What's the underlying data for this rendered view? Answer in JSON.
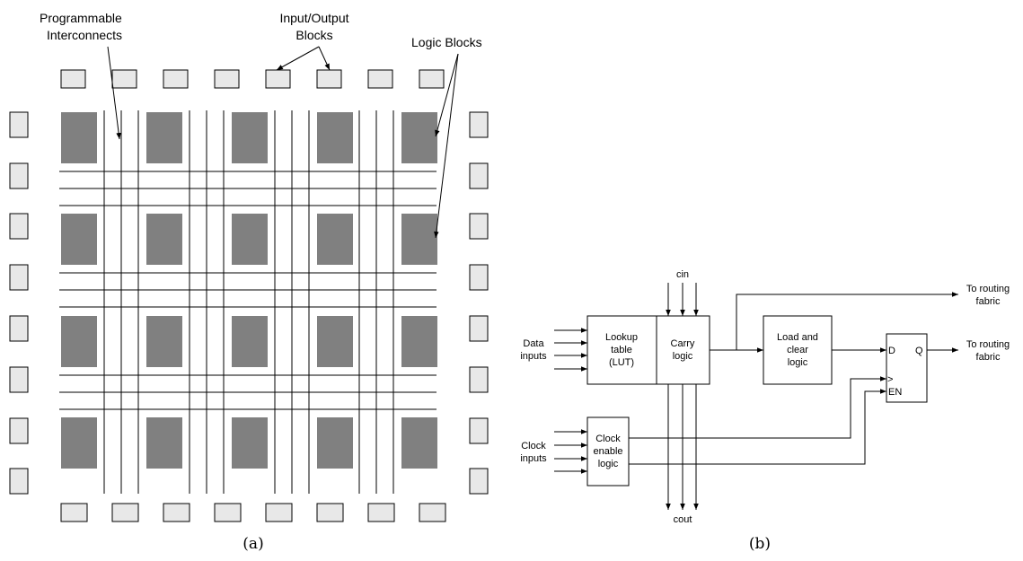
{
  "panel_a": {
    "labels": {
      "interconnect_line1": "Programmable",
      "interconnect_line2": "Interconnects",
      "io_line1": "Input/Output",
      "io_line2": "Blocks",
      "logic_blocks": "Logic Blocks"
    },
    "caption": "(a)"
  },
  "panel_b": {
    "cin": "cin",
    "cout": "cout",
    "data_inputs_line1": "Data",
    "data_inputs_line2": "inputs",
    "clock_inputs_line1": "Clock",
    "clock_inputs_line2": "inputs",
    "lut_line1": "Lookup",
    "lut_line2": "table",
    "lut_line3": "(LUT)",
    "carry_line1": "Carry",
    "carry_line2": "logic",
    "load_line1": "Load and",
    "load_line2": "clear",
    "load_line3": "logic",
    "clock_enable_line1": "Clock",
    "clock_enable_line2": "enable",
    "clock_enable_line3": "logic",
    "ff_d": "D",
    "ff_q": "Q",
    "ff_clk": ">",
    "ff_en": "EN",
    "routing1_line1": "To routing",
    "routing1_line2": "fabric",
    "routing2_line1": "To routing",
    "routing2_line2": "fabric",
    "caption": "(b)"
  },
  "colors": {
    "logic_block": "#808080",
    "io_block_fill": "#e8e8e8",
    "line": "#000000"
  }
}
